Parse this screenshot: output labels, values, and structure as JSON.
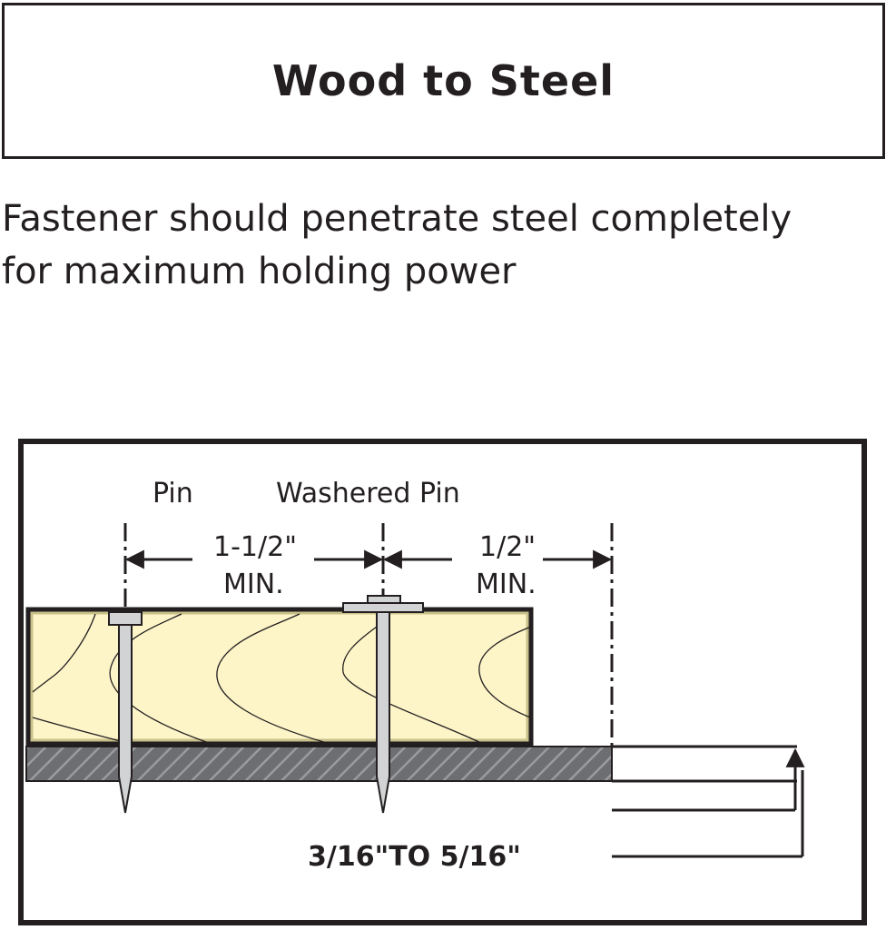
{
  "title": "Wood to Steel",
  "description": {
    "line1": "Fastener should penetrate steel completely",
    "line2": "for maximum holding power"
  },
  "diagram": {
    "labels": {
      "pin": "Pin",
      "washered_pin": "Washered Pin",
      "spacing_value": "1-1/2\"",
      "spacing_min": "MIN.",
      "edge_value": "1/2\"",
      "edge_min": "MIN.",
      "steel_thickness": "3/16\"TO 5/16\""
    },
    "colors": {
      "wood": "#fdf5c8",
      "wood_border": "#231f20",
      "steel": "#6d6e71",
      "pin": "#d1d3d4",
      "ink": "#231f20"
    }
  }
}
